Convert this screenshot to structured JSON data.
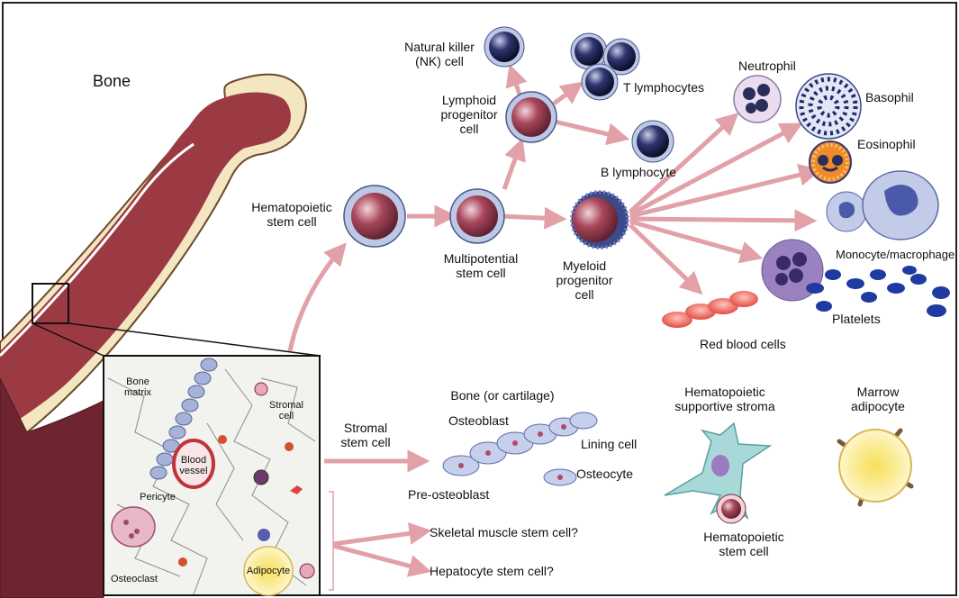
{
  "labels": {
    "bone": "Bone",
    "hematopoietic_stem_cell": "Hematopoietic\nstem cell",
    "multipotential_stem_cell": "Multipotential\nstem cell",
    "lymphoid_progenitor": "Lymphoid\nprogenitor\ncell",
    "myeloid_progenitor": "Myeloid\nprogenitor\ncell",
    "nk_cell": "Natural killer\n(NK) cell",
    "t_lymphocytes": "T lymphocytes",
    "b_lymphocyte": "B lymphocyte",
    "neutrophil": "Neutrophil",
    "basophil": "Basophil",
    "eosinophil": "Eosinophil",
    "monocyte_macrophage": "Monocyte/macrophage",
    "platelets": "Platelets",
    "red_blood_cells": "Red blood cells",
    "bone_matrix": "Bone\nmatrix",
    "stromal_cell": "Stromal\ncell",
    "blood_vessel": "Blood\nvessel",
    "pericyte": "Pericyte",
    "osteoclast": "Osteoclast",
    "adipocyte": "Adipocyte",
    "stromal_stem_cell": "Stromal\nstem cell",
    "bone_or_cartilage": "Bone (or cartilage)",
    "osteoblast": "Osteoblast",
    "lining_cell": "Lining cell",
    "osteocyte": "Osteocyte",
    "pre_osteoblast": "Pre-osteoblast",
    "supportive_stroma": "Hematopoietic\nsupportive stroma",
    "marrow_adipocyte": "Marrow\nadipocyte",
    "hsc_bottom": "Hematopoietic\nstem cell",
    "skeletal_muscle": "Skeletal muscle stem cell?",
    "hepatocyte": "Hepatocyte stem cell?"
  },
  "colors": {
    "arrow": "#e2a0a8",
    "bone_outer": "#f3e6c0",
    "bone_inner": "#9c3a44",
    "stem_cell": "#8a3a4c",
    "lymphocyte": "#2a2f5a",
    "inset_bg": "#f2f2ee"
  }
}
